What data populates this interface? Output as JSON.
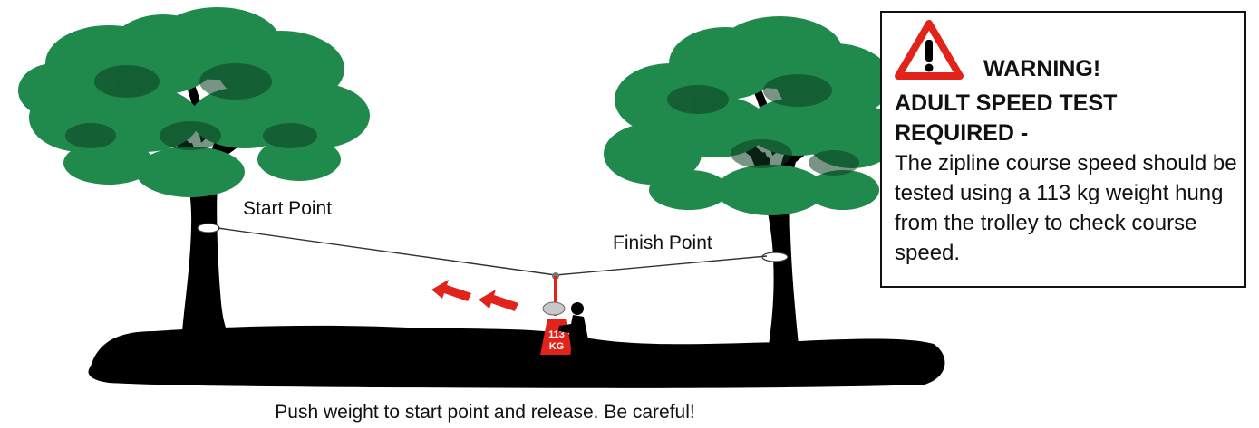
{
  "labels": {
    "start_point": "Start Point",
    "finish_point": "Finish Point",
    "weight": "113 KG",
    "weight_number": "113",
    "weight_unit": "KG"
  },
  "caption": "Push weight to start point and release. Be careful!",
  "warning": {
    "title": "WARNING!",
    "subtitle": "ADULT SPEED TEST REQUIRED -",
    "body": "The zipline course speed should be tested using a 113 kg weight hung from the trolley to check course speed."
  },
  "colors": {
    "foliage": "#1f8a4c",
    "ground": "#000000",
    "accent_red": "#e2231a"
  },
  "icons": [
    "warning-triangle-icon",
    "push-arrow-icon"
  ]
}
